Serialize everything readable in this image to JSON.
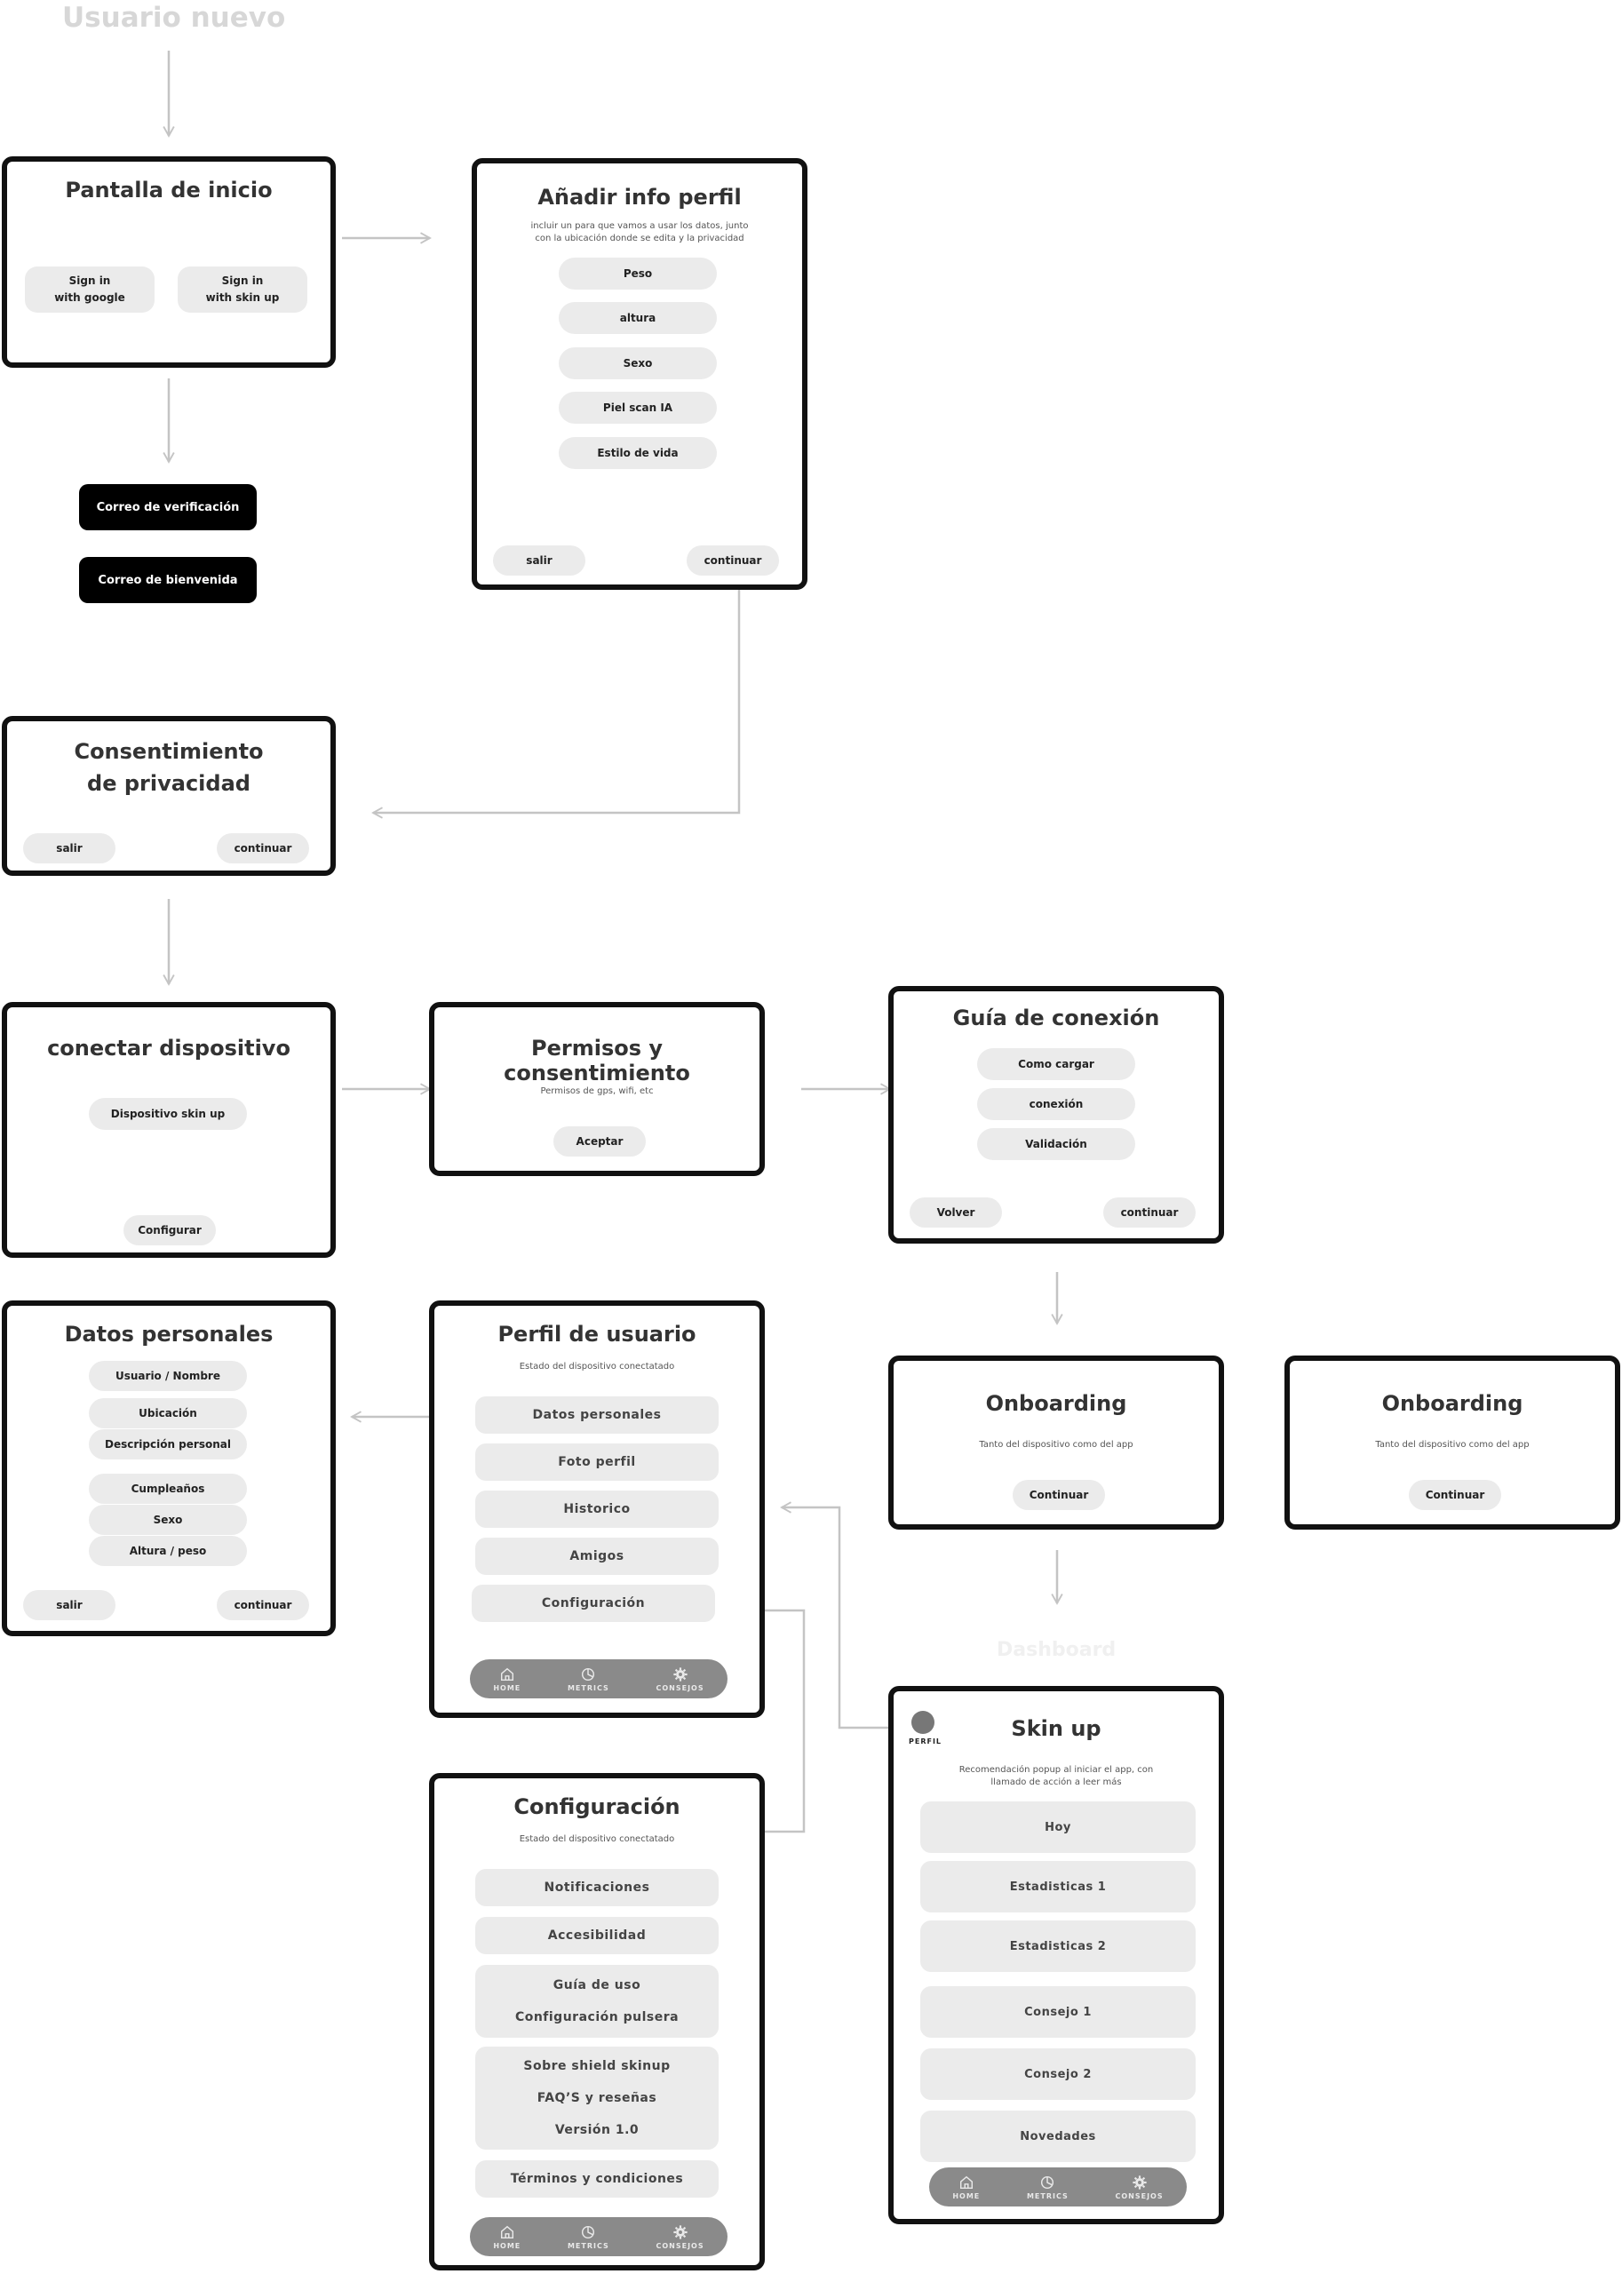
{
  "header": {
    "title": "Usuario nuevo"
  },
  "inicio": {
    "title": "Pantalla de inicio",
    "google": "Sign in\nwith google",
    "skin": "Sign in\nwith skin up"
  },
  "correo": {
    "verif": "Correo de verificación",
    "bienv": "Correo de bienvenida"
  },
  "perfil_info": {
    "title": "Añadir info perfil",
    "subtitle": "incluir un para que vamos a usar los datos, junto con la ubicación donde se edita y la privacidad",
    "fields": [
      "Peso",
      "altura",
      "Sexo",
      "Piel scan IA",
      "Estilo de vida"
    ],
    "exit": "salir",
    "next": "continuar"
  },
  "privacidad": {
    "title": "Consentimiento de privacidad",
    "exit": "salir",
    "next": "continuar"
  },
  "conectar": {
    "title": "conectar dispositivo",
    "device": "Dispositivo skin up",
    "config": "Configurar"
  },
  "permisos": {
    "title": "Permisos y consentimiento",
    "subtitle": "Permisos de gps, wifi, etc",
    "accept": "Aceptar"
  },
  "guia": {
    "title": "Guía de conexión",
    "items": [
      "Como cargar",
      "conexión",
      "Validación"
    ],
    "back": "Volver",
    "next": "continuar"
  },
  "datos": {
    "title": "Datos personales",
    "items": [
      "Usuario / Nombre",
      "Ubicación",
      "Descripción personal",
      "Cumpleaños",
      "Sexo",
      "Altura / peso"
    ],
    "exit": "salir",
    "next": "continuar"
  },
  "perfil_usuario": {
    "title": "Perfil de usuario",
    "subtitle": "Estado del dispositivo conectatado",
    "items": [
      "Datos personales",
      "Foto perfil",
      "Historico",
      "Amigos",
      "Configuración"
    ]
  },
  "onboarding1": {
    "title": "Onboarding",
    "subtitle": "Tanto del dispositivo como del app",
    "button": "Continuar"
  },
  "onboarding2": {
    "title": "Onboarding",
    "subtitle": "Tanto del dispositivo como del app",
    "button": "Continuar"
  },
  "ghost_label": "Dashboard",
  "skinup": {
    "title": "Skin up",
    "avatar_label": "PERFIL",
    "subtitle": "Recomendación popup al iniciar el app, con llamado de acción a leer más",
    "items": [
      "Hoy",
      "Estadisticas 1",
      "Estadisticas 2",
      "Consejo 1",
      "Consejo 2",
      "Novedades"
    ]
  },
  "configuracion": {
    "title": "Configuración",
    "subtitle": "Estado del dispositivo conectatado",
    "notif": "Notificaciones",
    "acces": "Accesibilidad",
    "grupo1": [
      "Guía de uso",
      "Configuración pulsera"
    ],
    "grupo2": [
      "Sobre shield skinup",
      "FAQ’S y reseñas",
      "Versión 1.0"
    ],
    "terminos": "Términos y condiciones"
  },
  "nav": {
    "home": "HOME",
    "metrics": "METRICS",
    "consejos": "CONSEJOS"
  },
  "colors": {
    "frame": "#111111",
    "pill": "#ebebeb",
    "connector": "#c4c4c4",
    "nav": "#8a8a8a"
  }
}
